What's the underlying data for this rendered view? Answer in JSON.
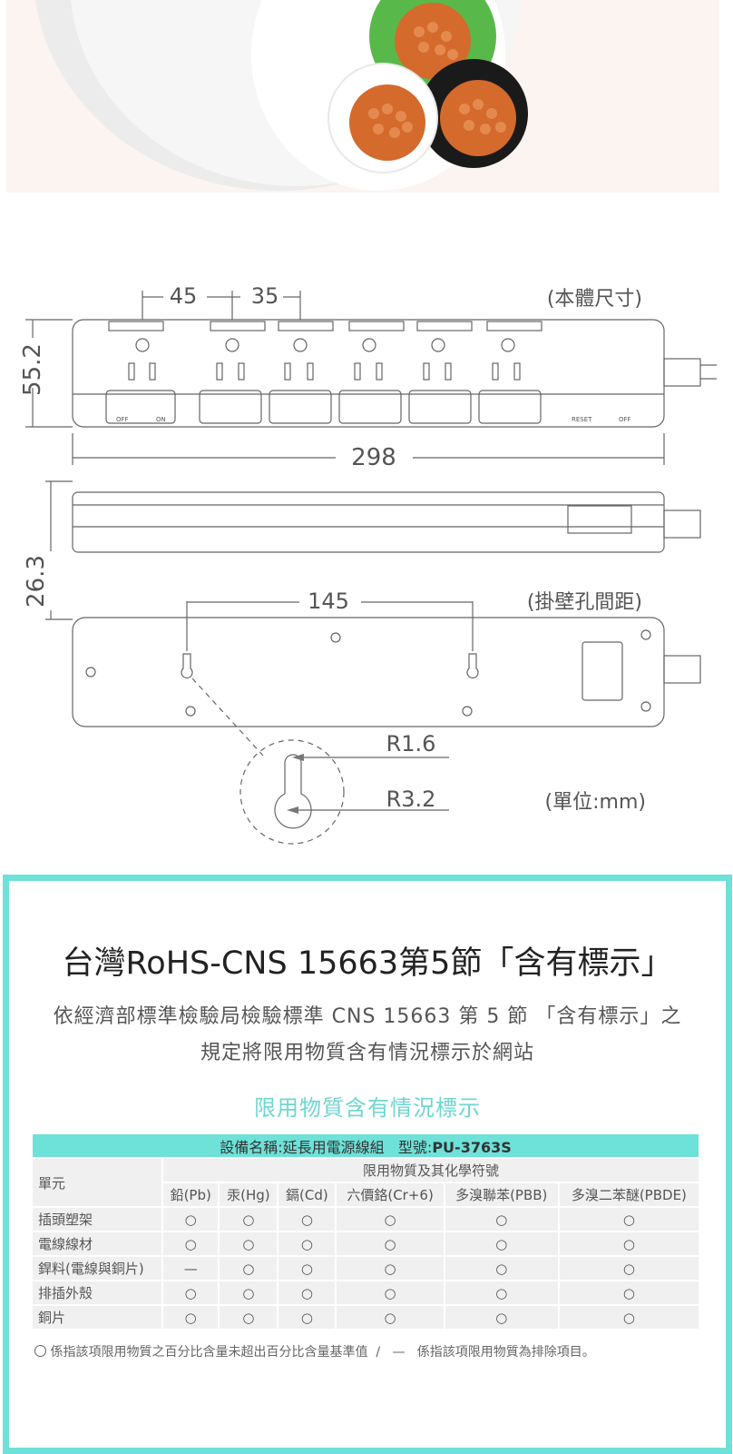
{
  "dimensions": {
    "width_label": "298",
    "height_label": "55.2",
    "depth_label": "26.3",
    "spacing_a": "45",
    "spacing_b": "35",
    "hole_spacing": "145",
    "radius_small": "R1.6",
    "radius_large": "R3.2",
    "body_size_note": "(本體尺寸)",
    "hole_spacing_note": "(掛壁孔間距)",
    "unit_note": "(單位:mm)",
    "switch_off": "OFF",
    "switch_on": "ON",
    "reset": "RESET",
    "off": "OFF"
  },
  "rohs": {
    "title": "台灣RoHS-CNS 15663第5節「含有標示」",
    "description": "依經濟部標準檢驗局檢驗標準 CNS 15663 第 5 節 「含有標示」之規定將限用物質含有情況標示於網站",
    "subtitle": "限用物質含有情況標示",
    "table": {
      "header_device": "設備名稱:延長用電源線組",
      "header_model_label": "型號:",
      "header_model": "PU-3763S",
      "unit_header": "單元",
      "group_header": "限用物質及其化學符號",
      "columns": [
        "鉛(Pb)",
        "汞(Hg)",
        "鎘(Cd)",
        "六價鉻(Cr+6)",
        "多溴聯苯(PBB)",
        "多溴二苯醚(PBDE)"
      ],
      "rows": [
        {
          "unit": "插頭塑架",
          "marks": [
            "○",
            "○",
            "○",
            "○",
            "○",
            "○"
          ]
        },
        {
          "unit": "電線線材",
          "marks": [
            "○",
            "○",
            "○",
            "○",
            "○",
            "○"
          ]
        },
        {
          "unit": "銲料(電線與銅片)",
          "marks": [
            "—",
            "○",
            "○",
            "○",
            "○",
            "○"
          ]
        },
        {
          "unit": "排插外殼",
          "marks": [
            "○",
            "○",
            "○",
            "○",
            "○",
            "○"
          ]
        },
        {
          "unit": "銅片",
          "marks": [
            "○",
            "○",
            "○",
            "○",
            "○",
            "○"
          ]
        }
      ]
    },
    "note_circle": "係指該項限用物質之百分比含量未超出百分比含量基準值",
    "note_sep": "/",
    "note_dash_symbol": "—",
    "note_dash": "係指該項限用物質為排除項目。"
  }
}
